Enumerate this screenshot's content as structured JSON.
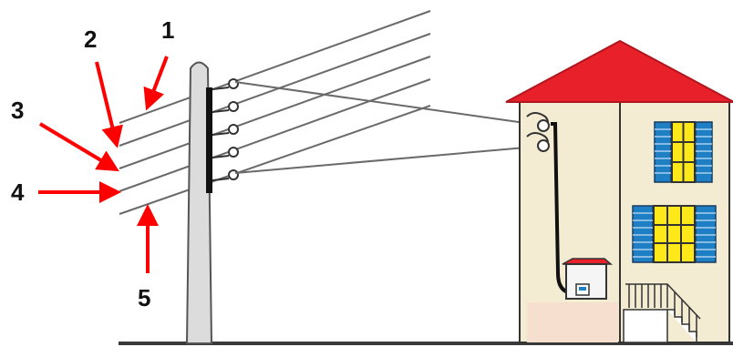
{
  "labels": {
    "one": "1",
    "two": "2",
    "three": "3",
    "four": "4",
    "five": "5"
  },
  "colors": {
    "arrow": "#ff0000",
    "roof": "#e8202a",
    "wall": "#f3ecd2",
    "window_glass": "#ffe81a",
    "shutter": "#1f7fc4",
    "wire": "#6a6a6a",
    "pole": "#dcdcdc",
    "ground": "#3a3a3a"
  },
  "icons": {
    "pole": "utility-pole-icon",
    "house": "house-icon",
    "meter": "meter-box-icon"
  }
}
